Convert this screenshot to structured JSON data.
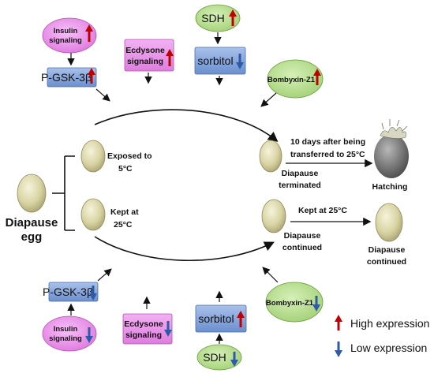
{
  "colors": {
    "up_arrow": "#c00000",
    "down_arrow": "#2e5aa8",
    "pink_fill": "#e98be9",
    "green_fill": "#b6de8c",
    "blue_box": "#7d9fd6",
    "egg": "#d9d4a3"
  },
  "top": {
    "insulin": {
      "line1": "Insulin",
      "line2": "signaling"
    },
    "pgsk": "P-GSK-3β",
    "ecdysone": {
      "line1": "Ecdysone",
      "line2": "signaling"
    },
    "sdh": "SDH",
    "sorbitol": "sorbitol",
    "bombyxin": "Bombyxin-Z1"
  },
  "bottom": {
    "insulin": {
      "line1": "Insulin",
      "line2": "signaling"
    },
    "pgsk": "P-GSK-3β",
    "ecdysone": {
      "line1": "Ecdysone",
      "line2": "signaling"
    },
    "sdh": "SDH",
    "sorbitol": "sorbitol",
    "bombyxin": "Bombyxin-Z1"
  },
  "diapause_egg": {
    "line1": "Diapause",
    "line2": "egg"
  },
  "exposed": {
    "line1": "Exposed to",
    "line2": "5°C"
  },
  "kept": {
    "line1": "Kept at",
    "line2": "25°C"
  },
  "terminated": {
    "line1": "Diapause",
    "line2": "terminated"
  },
  "continued_mid": {
    "line1": "Diapause",
    "line2": "continued"
  },
  "transfer_note": {
    "line1": "10 days after being",
    "line2": "transferred to 25°C"
  },
  "kept_note": "Kept at 25°C",
  "hatching": "Hatching",
  "continued_right": {
    "line1": "Diapause",
    "line2": "continued"
  },
  "legend": {
    "high": "High expression",
    "low": "Low expression"
  }
}
